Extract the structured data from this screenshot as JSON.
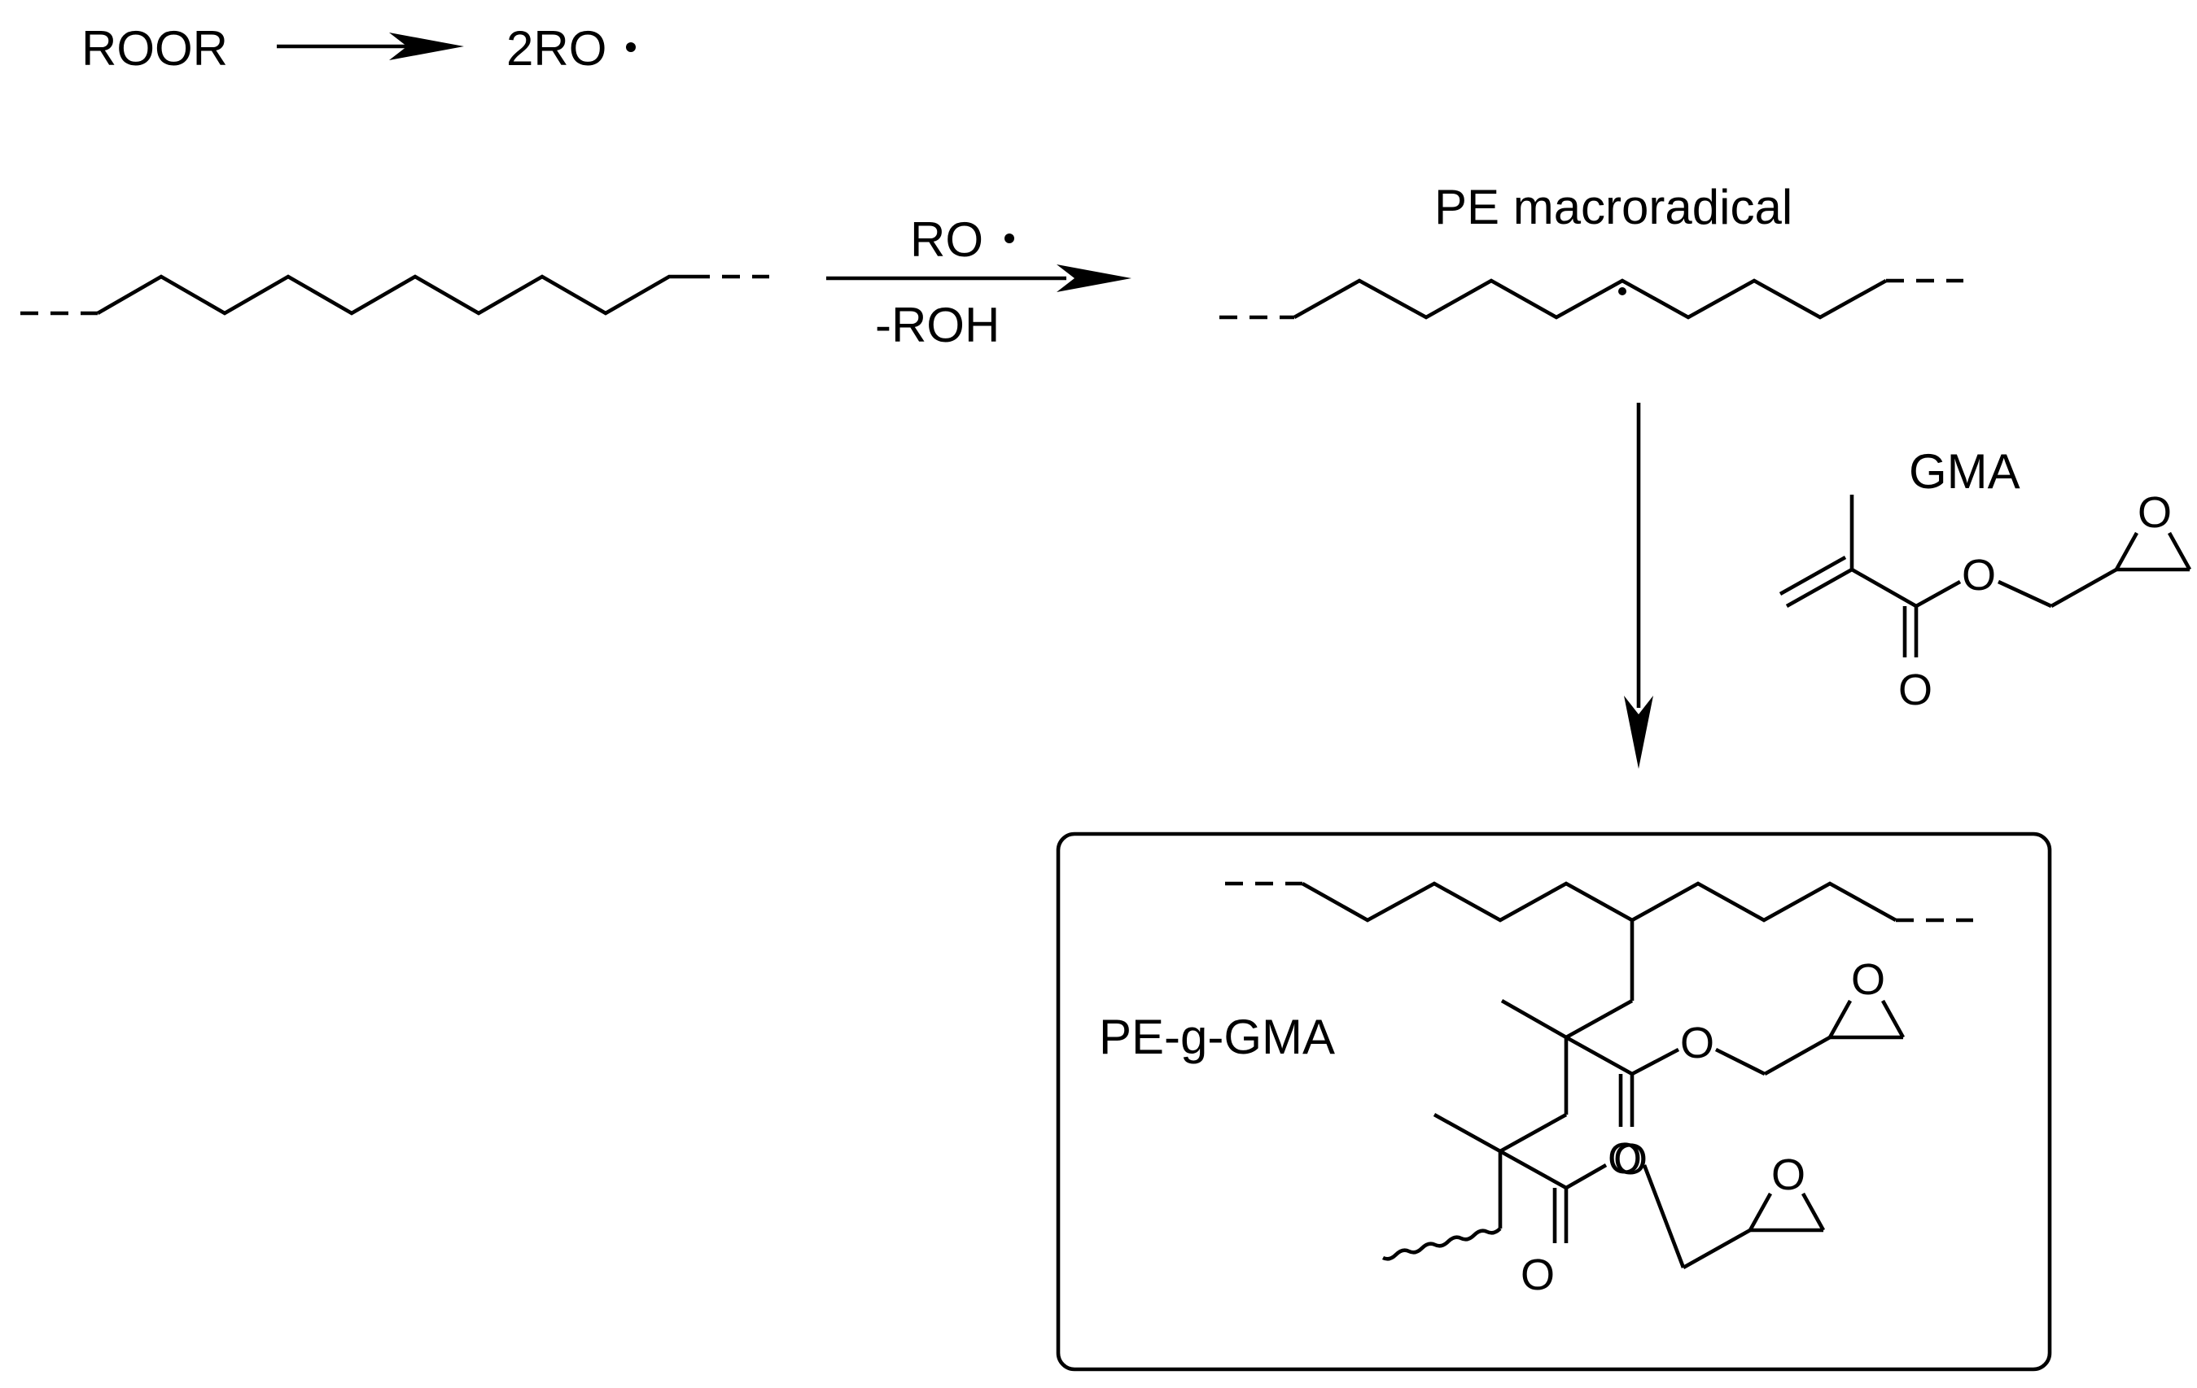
{
  "labels": {
    "initiator": "ROOR",
    "initiator_product": "2RO",
    "reagent_top": "RO",
    "reagent_bottom": "-ROH",
    "macroradical": "PE macroradical",
    "monomer": "GMA",
    "product": "PE-g-GMA"
  },
  "atoms": {
    "oxygen": "O"
  }
}
